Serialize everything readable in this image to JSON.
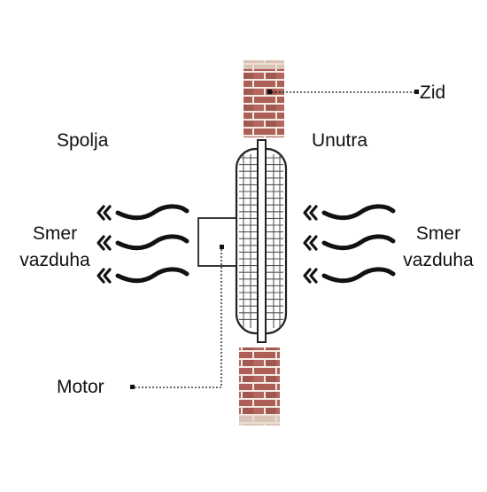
{
  "labels": {
    "wall": "Zid",
    "outside": "Spolja",
    "inside": "Unutra",
    "airflow_left_line1": "Smer",
    "airflow_left_line2": "vazduha",
    "airflow_right_line1": "Smer",
    "airflow_right_line2": "vazduha",
    "motor": "Motor"
  },
  "colors": {
    "brick": "#9a3b33",
    "brick_light": "#c98a7e",
    "mortar": "#f1e7dc",
    "ink": "#111111",
    "fan_grid": "#444444"
  },
  "icons": {
    "airflow_arrow": "chevron-left-icon",
    "airflow_wave": "wave-icon"
  }
}
